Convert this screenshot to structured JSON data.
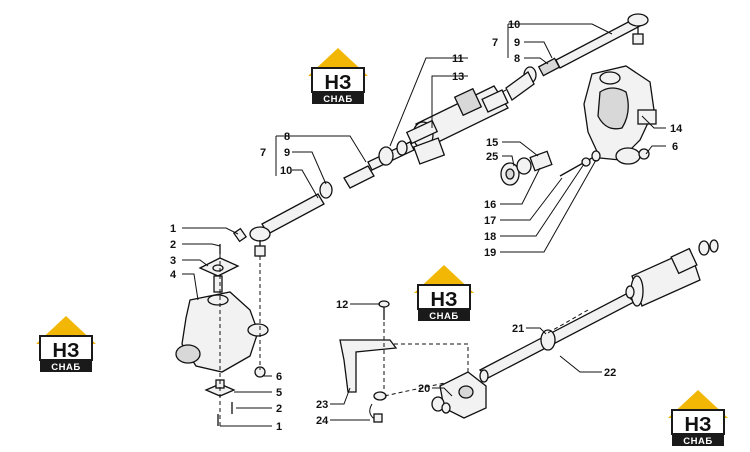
{
  "logo": {
    "letters": "НЗ",
    "word": "СНАБ",
    "accent_color": "#f2b705",
    "dark_color": "#1a1a1a"
  },
  "callouts": [
    {
      "id": "c10a",
      "text": "10"
    },
    {
      "id": "c9a",
      "text": "9"
    },
    {
      "id": "c8a",
      "text": "8"
    },
    {
      "id": "c7a",
      "text": "7"
    },
    {
      "id": "c11",
      "text": "11"
    },
    {
      "id": "c13",
      "text": "13"
    },
    {
      "id": "c8b",
      "text": "8"
    },
    {
      "id": "c9b",
      "text": "9"
    },
    {
      "id": "c7b",
      "text": "7"
    },
    {
      "id": "c10b",
      "text": "10"
    },
    {
      "id": "c14",
      "text": "14"
    },
    {
      "id": "c6a",
      "text": "6"
    },
    {
      "id": "c15",
      "text": "15"
    },
    {
      "id": "c25",
      "text": "25"
    },
    {
      "id": "c16",
      "text": "16"
    },
    {
      "id": "c17",
      "text": "17"
    },
    {
      "id": "c18",
      "text": "18"
    },
    {
      "id": "c19",
      "text": "19"
    },
    {
      "id": "c1a",
      "text": "1"
    },
    {
      "id": "c2a",
      "text": "2"
    },
    {
      "id": "c3",
      "text": "3"
    },
    {
      "id": "c4",
      "text": "4"
    },
    {
      "id": "c6b",
      "text": "6"
    },
    {
      "id": "c5",
      "text": "5"
    },
    {
      "id": "c2b",
      "text": "2"
    },
    {
      "id": "c1b",
      "text": "1"
    },
    {
      "id": "c12",
      "text": "12"
    },
    {
      "id": "c23",
      "text": "23"
    },
    {
      "id": "c24",
      "text": "24"
    },
    {
      "id": "c20",
      "text": "20"
    },
    {
      "id": "c21",
      "text": "21"
    },
    {
      "id": "c22",
      "text": "22"
    }
  ]
}
